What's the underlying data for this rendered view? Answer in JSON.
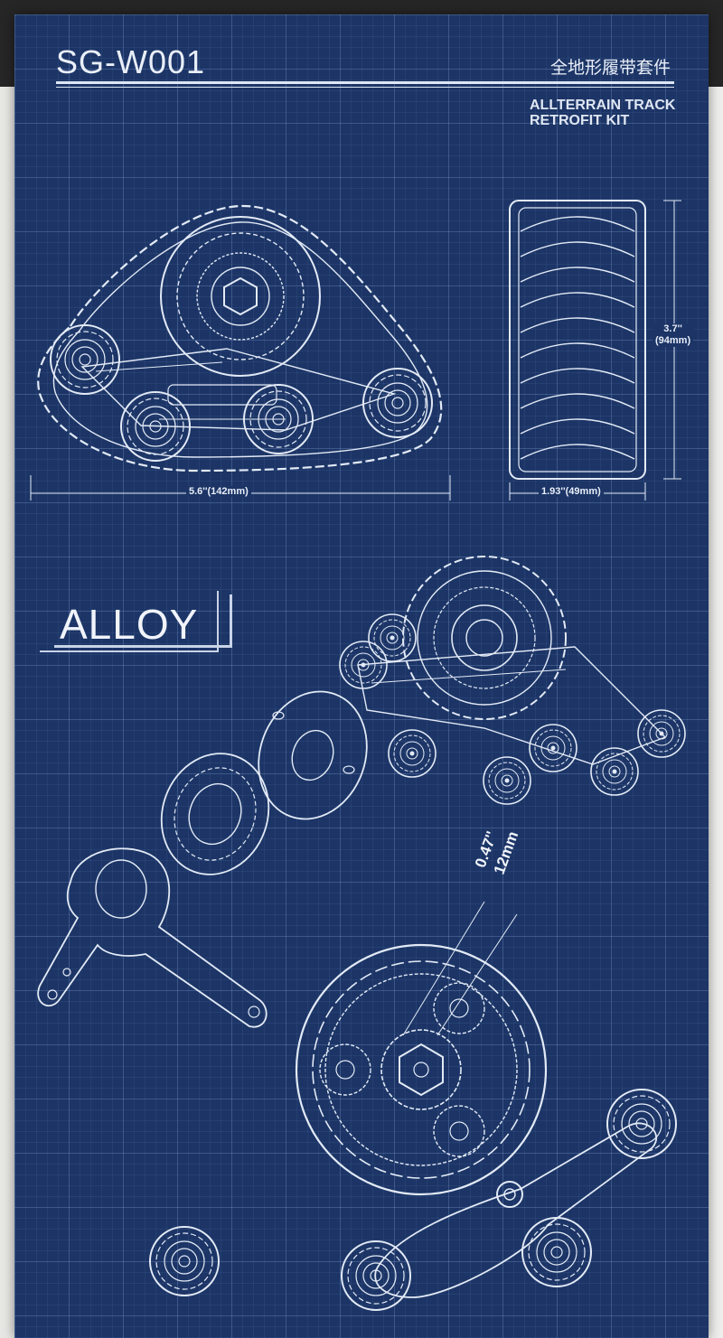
{
  "header": {
    "model_code": "SG-W001",
    "title_cn": "全地形履带套件",
    "title_en_line1": "ALLTERRAIN TRACK",
    "title_en_line2": "RETROFIT KIT"
  },
  "dimensions": {
    "side_length": "5.6''(142mm)",
    "width": "1.93''(49mm)",
    "height_in": "3.7''",
    "height_mm": "(94mm)",
    "gear_in": "0.47''",
    "gear_mm": "12mm"
  },
  "badge": {
    "material": "ALLOY"
  },
  "colors": {
    "blueprint_bg": "#1c3566",
    "line": "#e3eaf6",
    "top_band": "#262626",
    "paper": "#f1f1ef"
  }
}
